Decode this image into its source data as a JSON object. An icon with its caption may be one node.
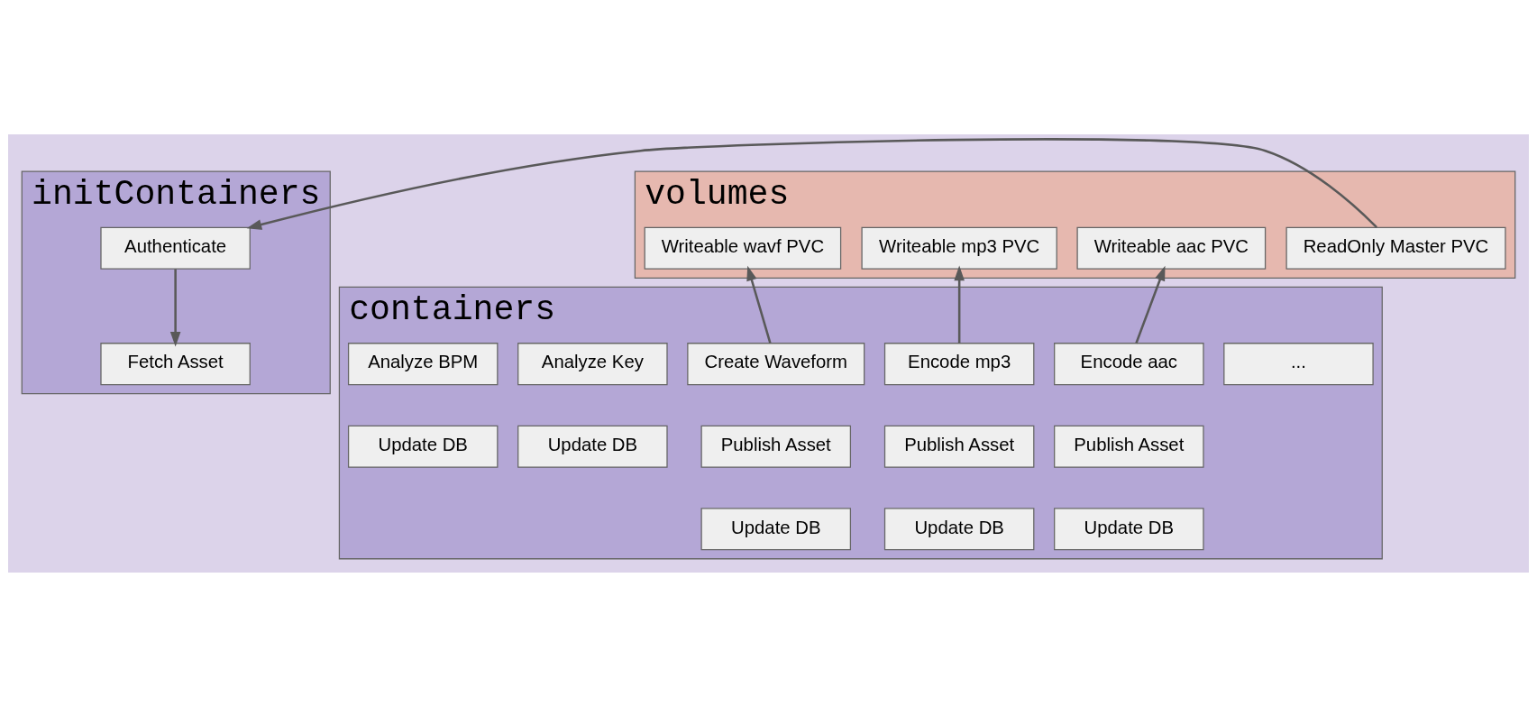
{
  "diagram": {
    "nodes": [
      {
        "text": [
          "initContainers"
        ]
      },
      {
        "text": [
          "Authenticate"
        ],
        "in": 0
      },
      {
        "text": [
          "Fetch Asset"
        ],
        "in": 0
      },
      {
        "text": [
          "volumes"
        ]
      },
      {
        "text": [
          "ReadOnly Master PVC"
        ],
        "in": 3
      },
      {
        "text": [
          "Writeable wavf PVC"
        ],
        "in": 3
      },
      {
        "text": [
          "Writeable mp3 PVC"
        ],
        "in": 3
      },
      {
        "text": [
          "Writeable aac PVC"
        ],
        "in": 3
      },
      {
        "text": [
          "containers"
        ]
      },
      {
        "text": [
          "Analyze BPM"
        ],
        "in": 8
      },
      {
        "text": [
          "Update DB"
        ],
        "in": 8
      },
      {
        "text": [
          "Analyze Key"
        ],
        "in": 8
      },
      {
        "text": [
          "Update DB"
        ],
        "in": 8
      },
      {
        "text": [
          "Create Waveform"
        ],
        "in": 8
      },
      {
        "text": [
          "Publish Asset"
        ],
        "in": 8
      },
      {
        "text": [
          "Update DB"
        ],
        "in": 8
      },
      {
        "text": [
          "Encode mp3"
        ],
        "in": 8
      },
      {
        "text": [
          "Publish Asset"
        ],
        "in": 8
      },
      {
        "text": [
          "Update DB"
        ],
        "in": 8
      },
      {
        "text": [
          "Encode aac"
        ],
        "in": 8
      },
      {
        "text": [
          "Publish Asset"
        ],
        "in": 8
      },
      {
        "text": [
          "Update DB"
        ],
        "in": 8
      },
      {
        "text": [
          "..."
        ],
        "in": 8
      }
    ],
    "edges": [
      {
        "from": 4,
        "to": 1,
        "arrow": "to"
      },
      {
        "from": 1,
        "to": 2,
        "arrow": "to"
      },
      {
        "from": 13,
        "to": 5,
        "arrow": "to"
      },
      {
        "from": 16,
        "to": 6,
        "arrow": "to"
      },
      {
        "from": 19,
        "to": 7,
        "arrow": "to"
      }
    ]
  }
}
